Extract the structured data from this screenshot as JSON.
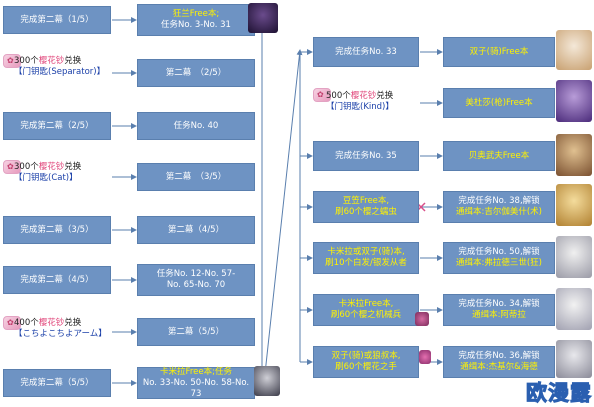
{
  "left_column": [
    {
      "text": "完成第二幕（1/5）"
    },
    {
      "reward_pre": "300个",
      "reward_num_label": "樱花钞",
      "reward_post": "兑换",
      "reward_key": "【门钥匙(Separator)】"
    },
    {
      "text": "完成第二幕（2/5）"
    },
    {
      "reward_pre": "300个",
      "reward_num_label": "樱花钞",
      "reward_post": "兑换",
      "reward_key": "【门钥匙(Cat)】"
    },
    {
      "text": "完成第二幕（3/5）"
    },
    {
      "text": "完成第二幕（4/5）"
    },
    {
      "reward_pre": "400个",
      "reward_num_label": "樱花钞",
      "reward_post": "兑换",
      "reward_key": "【こちよこちよアーム】"
    },
    {
      "text": "完成第二幕（5/5）"
    }
  ],
  "middle_column": [
    {
      "line1": "狂兰Free本;",
      "line2": "任务No. 3-No. 31"
    },
    {
      "line1": "第二幕　（2/5）"
    },
    {
      "line1": "任务No. 40"
    },
    {
      "line1": "第二幕　（3/5）"
    },
    {
      "line1": "第二幕（4/5）"
    },
    {
      "line1": "任务No. 12-No. 57-",
      "line2": "No. 65-No. 70"
    },
    {
      "line1": "第二幕（5/5）"
    },
    {
      "line1": "卡米拉Free本;任务",
      "line2": "No. 33-No. 50-No. 58-No. 73"
    }
  ],
  "right_left_column": [
    {
      "line1": "完成任务No. 33"
    },
    {
      "reward_pre": "500个",
      "reward_num_label": "樱花钞",
      "reward_post": "兑换",
      "reward_key": "【门钥匙(Kind)】"
    },
    {
      "line1": "完成任务No. 35"
    },
    {
      "line1": "豆笠Free本,",
      "line2": "刷60个樱之蠕虫"
    },
    {
      "line1": "卡米拉或双子(骑)本,",
      "line2": "刷10个白发/银发从者"
    },
    {
      "line1": "卡米拉Free本,",
      "line2": "刷60个樱之机械兵"
    },
    {
      "line1": "双子(骑)或狼叔本,",
      "line2": "刷60个樱花之手"
    }
  ],
  "right_right_column": [
    {
      "line1": "双子(骑)Free本"
    },
    {
      "line1": "美杜莎(枪)Free本"
    },
    {
      "line1": "贝奥武夫Free本"
    },
    {
      "line1": "完成任务No. 38,解锁",
      "line2": "通缉本:吉尔伽美什(术)"
    },
    {
      "line1": "完成任务No. 50,解锁",
      "line2": "通缉本:弗拉德三世(狂)"
    },
    {
      "line1": "完成任务No. 34,解锁",
      "line2": "通缉本:阿蒂拉"
    },
    {
      "line1": "完成任务No. 36,解锁",
      "line2": "通缉本:杰基尔&海德"
    }
  ],
  "watermark": "欧漫露",
  "colors": {
    "box": "#6e93c3",
    "highlight": "#fff200",
    "line": "#5a7fae",
    "reward_key": "#1a3fa8",
    "reward_num": "#e0457a"
  }
}
